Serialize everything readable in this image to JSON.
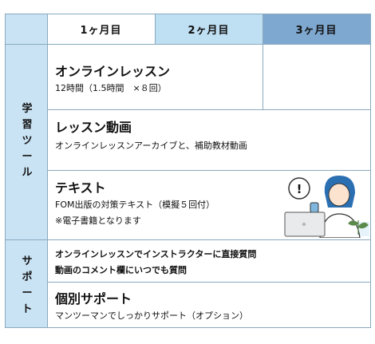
{
  "header": {
    "month1": "1ヶ月目",
    "month2": "2ヶ月目",
    "month3": "3ヶ月目"
  },
  "sections": {
    "tools_label": [
      "学",
      "習",
      "ツ",
      "ー",
      "ル"
    ],
    "support_label": [
      "サ",
      "ポ",
      "ー",
      "ト"
    ]
  },
  "rows": {
    "online": {
      "title": "オンラインレッスン",
      "detail": "12時間（1.5時間　×８回）"
    },
    "video": {
      "title": "レッスン動画",
      "detail": "オンラインレッスンアーカイブと、補助教材動画"
    },
    "text": {
      "title": "テキスト",
      "detail1": "FOM出版の対策テキスト（模擬５回付）",
      "detail2": "※電子書籍となります"
    },
    "question": {
      "line1": "オンラインレッスンでインストラクターに直接質問",
      "line2": "動画のコメント欄にいつでも質問"
    },
    "personal": {
      "title": "個別サポート",
      "detail": "マンツーマンでしっかりサポート（オプション）"
    }
  },
  "illustration": {
    "bubble_text": "!"
  },
  "colors": {
    "side": "#c9e3f4",
    "month2": "#bfdff3",
    "month3": "#7ea8d0",
    "border": "#8aa9bf"
  }
}
